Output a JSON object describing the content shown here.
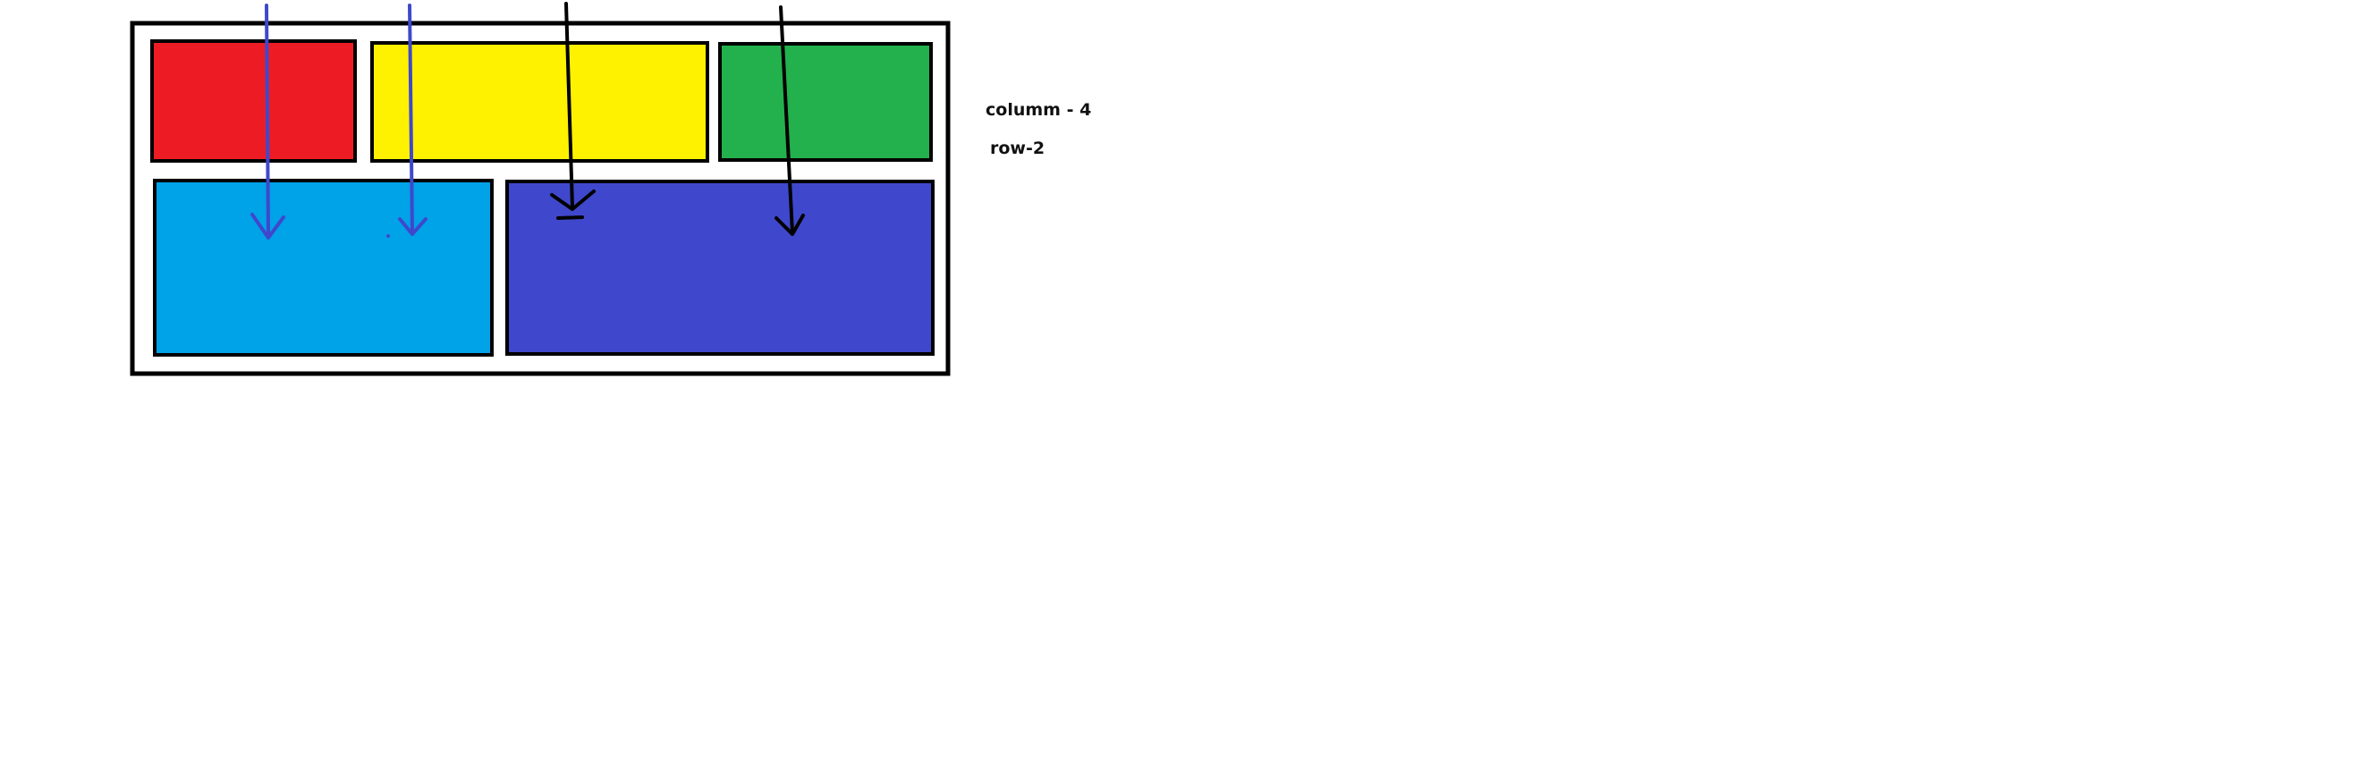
{
  "diagram": {
    "container": {
      "fill": "#ffffff",
      "stroke": "#000000"
    },
    "cells": [
      {
        "name": "red-cell",
        "row": 1,
        "fill": "#ed1c24"
      },
      {
        "name": "yellow-cell",
        "row": 1,
        "fill": "#fff200"
      },
      {
        "name": "green-cell",
        "row": 1,
        "fill": "#22b14c"
      },
      {
        "name": "light-blue-cell",
        "row": 2,
        "fill": "#00a2e8"
      },
      {
        "name": "indigo-cell",
        "row": 2,
        "fill": "#3f48cc"
      }
    ],
    "arrows": [
      {
        "name": "arrow-column-1",
        "color": "#3f48cc"
      },
      {
        "name": "arrow-column-2",
        "color": "#3f48cc"
      },
      {
        "name": "arrow-column-3",
        "color": "#000000"
      },
      {
        "name": "arrow-column-4",
        "color": "#000000"
      }
    ],
    "notes": {
      "columns": "columm - 4",
      "rows": "row-2"
    }
  }
}
